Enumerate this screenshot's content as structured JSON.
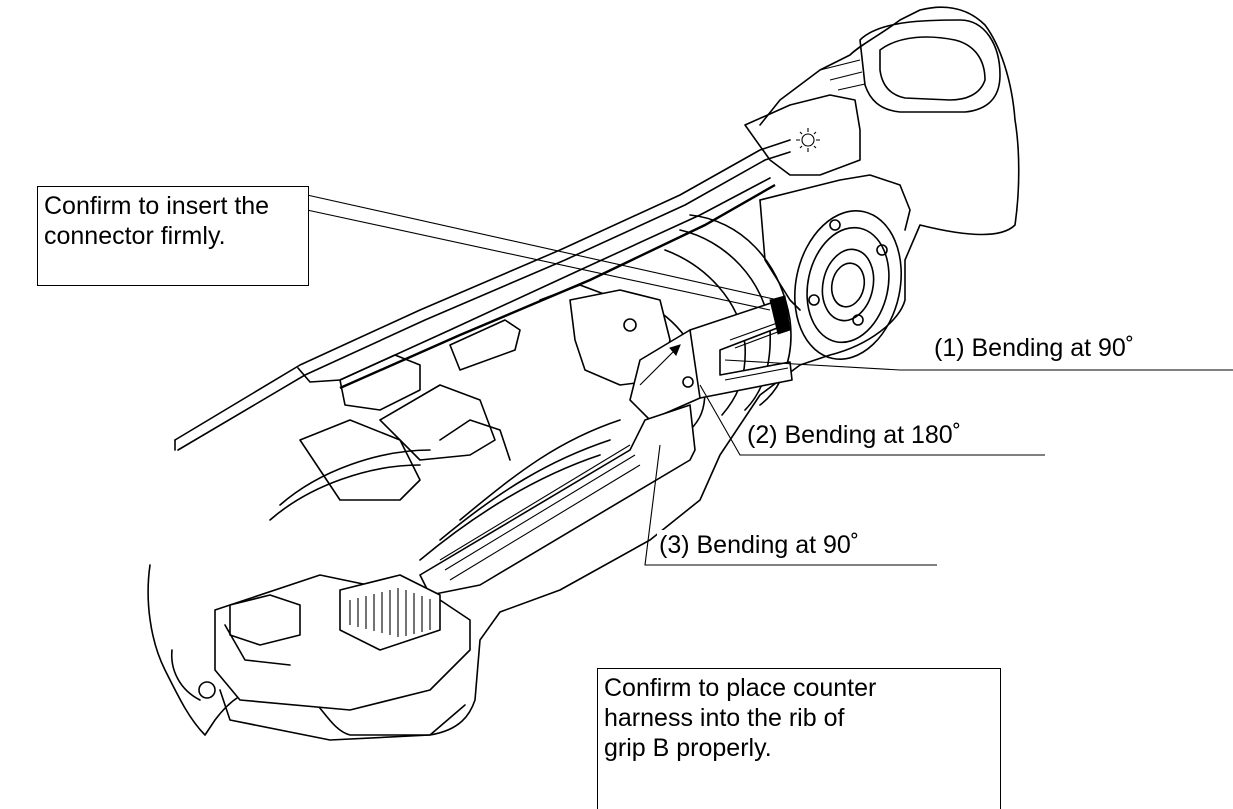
{
  "callouts": {
    "connector": {
      "lines": [
        "Confirm to insert the",
        "connector firmly."
      ]
    },
    "bend1": {
      "text": "(1) Bending at 90˚"
    },
    "bend2": {
      "text": "(2) Bending at 180˚"
    },
    "bend3": {
      "text": "(3) Bending at 90˚"
    },
    "harness": {
      "lines": [
        "Confirm to place counter",
        "harness into the rib of",
        "grip B properly."
      ]
    }
  },
  "colors": {
    "ink": "#000000",
    "background": "#ffffff"
  }
}
